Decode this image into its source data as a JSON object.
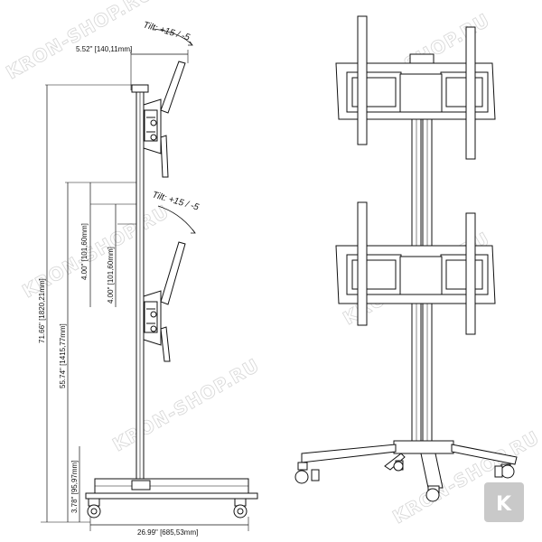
{
  "dimensions": {
    "top_width": "5.52\" [140,11mm]",
    "tilt_upper": "Tilt: +15 / -5",
    "tilt_lower": "Tilt: +15 / -5",
    "gap_inner_a": "4.00\" [101,60mm]",
    "gap_inner_b": "4.00\" [101,60mm]",
    "total_height": "71.66\" [1820,21mm]",
    "lower_height": "55.74\" [1415,77mm]",
    "base_height": "3.78\" [95,97mm]",
    "base_width": "26.99\" [685,53mm]"
  },
  "watermark": {
    "text": "KRON-SHOP.RU",
    "badge": "K"
  },
  "colors": {
    "line": "#111111",
    "watermark": "#d9d9d9",
    "badge_bg": "#c9c9c9"
  }
}
